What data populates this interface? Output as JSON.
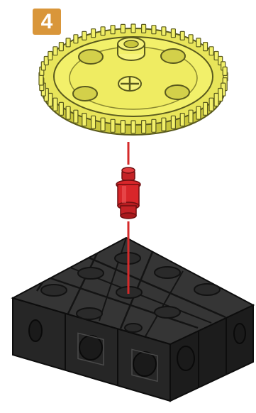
{
  "step": {
    "number": "4"
  },
  "colors": {
    "badge": "#d9963a",
    "gear": "#f2f06a",
    "gear_shade": "#c9c63c",
    "gear_outline": "#5a5a1e",
    "peg": "#d8262a",
    "guide_line": "#d42a2a",
    "cube": "#2b2b2b",
    "cube_top": "#3a3a3a",
    "cube_edge": "#111111"
  },
  "parts": [
    {
      "name": "gear-wheel",
      "icon": "gear-icon"
    },
    {
      "name": "connector-peg",
      "icon": "peg-icon"
    },
    {
      "name": "cube-block-grid",
      "icon": "block-icon",
      "rows": 3,
      "cols": 3
    }
  ]
}
